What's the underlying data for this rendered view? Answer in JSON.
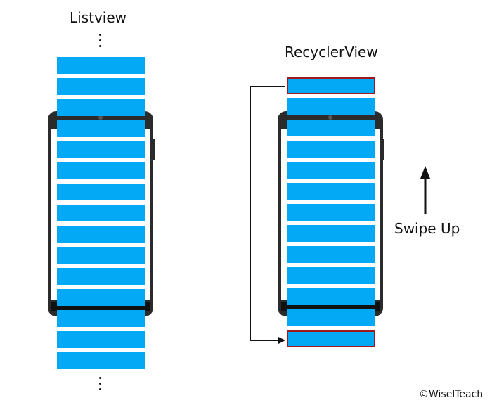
{
  "labels": {
    "listview": "Listview",
    "recyclerview": "RecyclerView",
    "swipe": "Swipe Up",
    "copyright": "©WiselTeach"
  },
  "colors": {
    "item": "#03a9f4",
    "recycled_border": "#a0171d",
    "phone": "#2b2b2b",
    "arrow": "#111111"
  },
  "listview": {
    "visible_items": 15
  },
  "recyclerview": {
    "visible_items": 13,
    "recycled_items": 2
  }
}
